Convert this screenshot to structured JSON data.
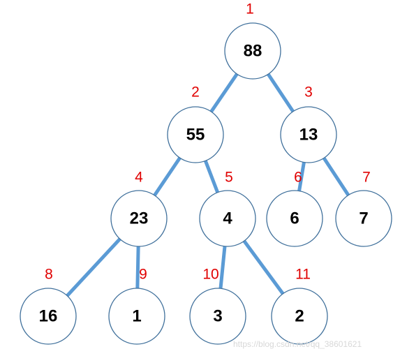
{
  "colors": {
    "edge": "#5b9bd5",
    "node_border": "#41719c",
    "index_label": "#e00000",
    "value_text": "#000000"
  },
  "tree": {
    "nodes": [
      {
        "index": "1",
        "value": "88"
      },
      {
        "index": "2",
        "value": "55"
      },
      {
        "index": "3",
        "value": "13"
      },
      {
        "index": "4",
        "value": "23"
      },
      {
        "index": "5",
        "value": "4"
      },
      {
        "index": "6",
        "value": "6"
      },
      {
        "index": "7",
        "value": "7"
      },
      {
        "index": "8",
        "value": "16"
      },
      {
        "index": "9",
        "value": "1"
      },
      {
        "index": "10",
        "value": "3"
      },
      {
        "index": "11",
        "value": "2"
      }
    ],
    "edges": [
      {
        "from": "1",
        "to": "2"
      },
      {
        "from": "1",
        "to": "3"
      },
      {
        "from": "2",
        "to": "4"
      },
      {
        "from": "2",
        "to": "5"
      },
      {
        "from": "3",
        "to": "6"
      },
      {
        "from": "3",
        "to": "7"
      },
      {
        "from": "4",
        "to": "8"
      },
      {
        "from": "4",
        "to": "9"
      },
      {
        "from": "5",
        "to": "10"
      },
      {
        "from": "5",
        "to": "11"
      }
    ]
  },
  "watermark": "https://blog.csdn.net/qq_38601621"
}
